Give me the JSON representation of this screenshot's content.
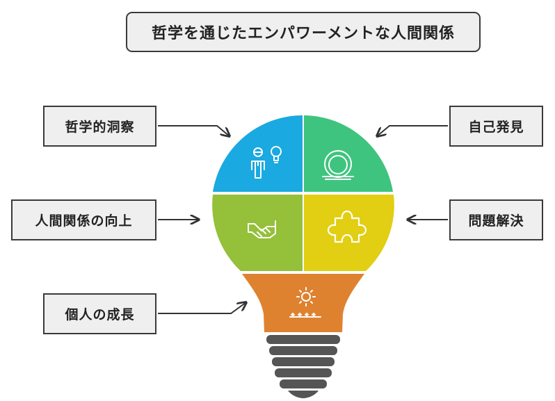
{
  "title": "哲学を通じたエンパワーメントな人間関係",
  "labels": {
    "philosophical_insight": "哲学的洞察",
    "self_discovery": "自己発見",
    "relationship_improvement": "人間関係の向上",
    "problem_solving": "問題解決",
    "personal_growth": "個人の成長"
  },
  "colors": {
    "blue": "#1aa9e0",
    "green": "#3ec47e",
    "olive": "#94c03a",
    "yellow": "#e2ce12",
    "orange": "#df8230",
    "base": "#555555",
    "icon": "#ffffff",
    "box_fill": "#efefef",
    "box_border": "#3a3a3a"
  },
  "icons": {
    "blue_segment": "person-lightbulb-icon",
    "green_segment": "mirror-icon",
    "olive_segment": "handshake-icon",
    "yellow_segment": "puzzle-icon",
    "orange_segment": "sunrise-sprout-icon"
  }
}
